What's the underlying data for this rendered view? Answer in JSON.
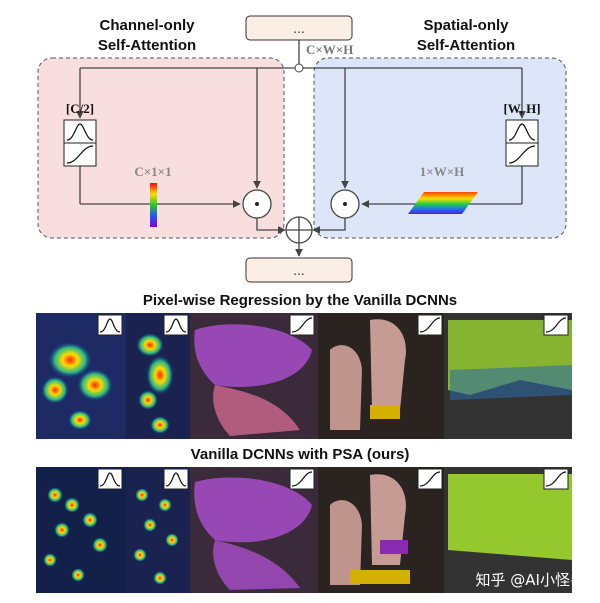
{
  "diagram": {
    "top_box_label": "...",
    "bottom_box_label": "...",
    "input_dim_label": "C×W×H",
    "channel_panel_title": [
      "Channel-only",
      "Self-Attention"
    ],
    "spatial_panel_title": [
      "Spatial-only",
      "Self-Attention"
    ],
    "channel_reduce_label": "[C/2]",
    "spatial_reduce_label": "[W, H]",
    "channel_weight_label": "C×1×1",
    "spatial_weight_label": "1×W×H",
    "colors": {
      "channel_panel_fill": "#f8dede",
      "spatial_panel_fill": "#dce6f8",
      "box_fill": "#fbeee4"
    }
  },
  "sections": {
    "vanilla_title": "Pixel-wise Regression by the Vanilla DCNNs",
    "psa_title": "Vanilla DCNNs with PSA (ours)"
  },
  "watermark": "知乎 @AI小怪兽",
  "icons": [
    "gaussian-curve-icon",
    "sigmoid-curve-icon"
  ]
}
